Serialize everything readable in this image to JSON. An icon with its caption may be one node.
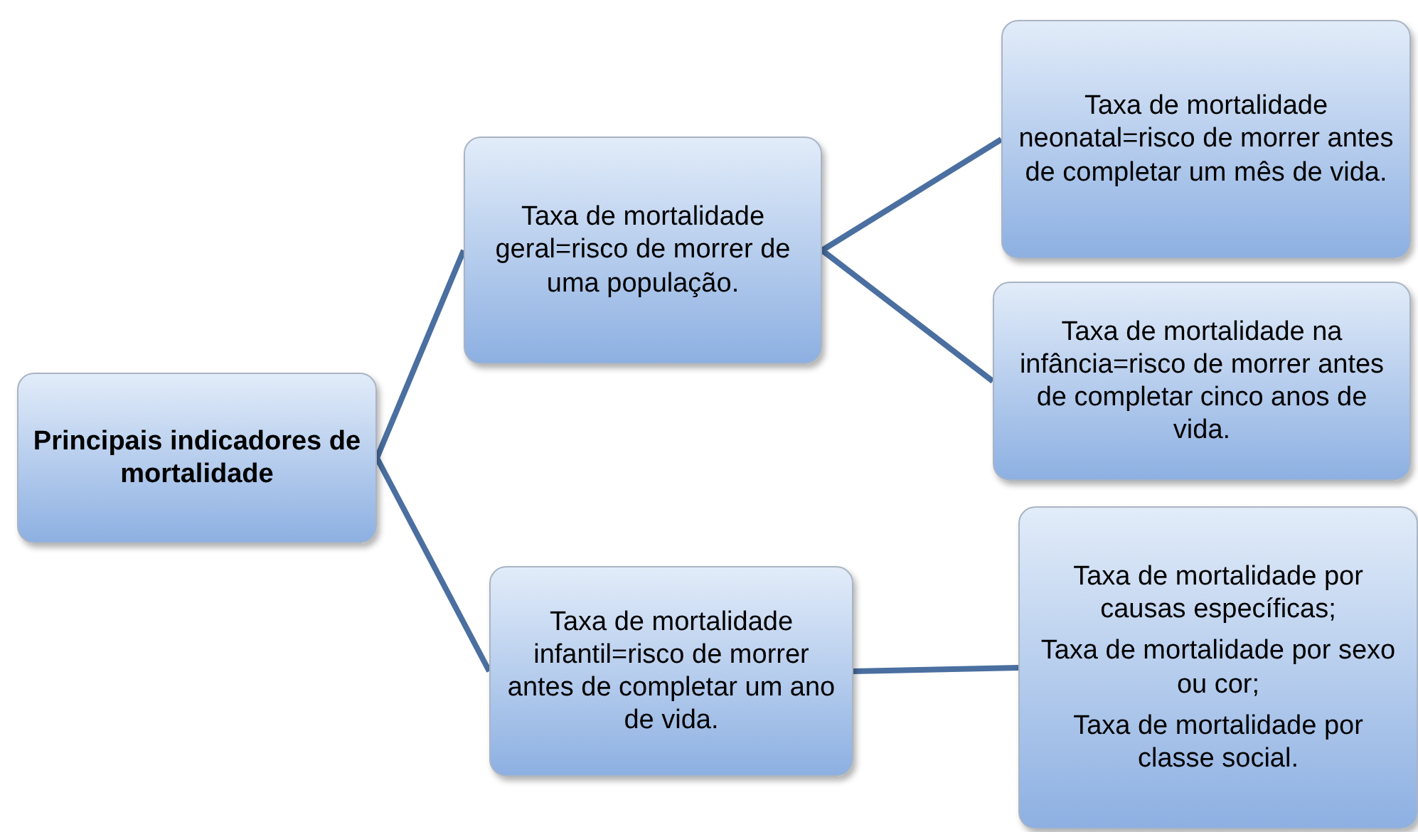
{
  "diagram": {
    "nodes": [
      {
        "text": [
          "Principais indicadores de mortalidade"
        ]
      },
      {
        "text": [
          "Taxa de mortalidade geral=risco de morrer de uma população."
        ]
      },
      {
        "text": [
          "Taxa de mortalidade infantil=risco de morrer antes de completar um ano de vida."
        ]
      },
      {
        "text": [
          "Taxa de mortalidade neonatal=risco de morrer antes de completar um mês de vida."
        ]
      },
      {
        "text": [
          "Taxa de mortalidade na infância=risco de morrer antes de completar cinco anos de vida."
        ]
      },
      {
        "text": [
          "Taxa de mortalidade por causas específicas;",
          "Taxa de mortalidade por sexo ou cor;",
          "Taxa de mortalidade por classe social."
        ]
      }
    ],
    "edges": [
      {
        "from": 0,
        "to": 1,
        "arrow": "none"
      },
      {
        "from": 0,
        "to": 2,
        "arrow": "none"
      },
      {
        "from": 1,
        "to": 3,
        "arrow": "none"
      },
      {
        "from": 1,
        "to": 4,
        "arrow": "none"
      },
      {
        "from": 2,
        "to": 5,
        "arrow": "none"
      }
    ]
  }
}
